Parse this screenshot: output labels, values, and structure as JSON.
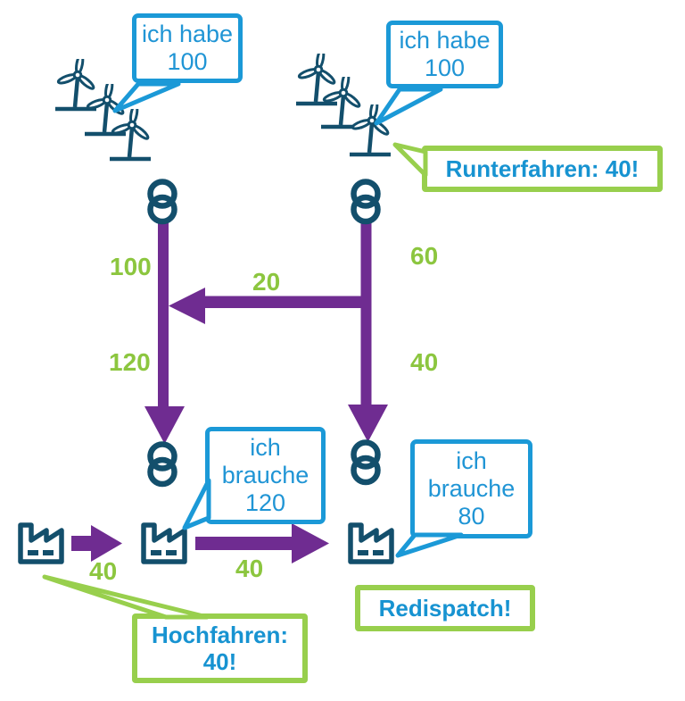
{
  "diagram": {
    "topic": "Redispatch",
    "colors": {
      "bubble_border_blue": "#1b99d7",
      "bubble_text_blue": "#2095d5",
      "bold_text_blue": "#1793d1",
      "icon_navy": "#134f6c",
      "arrow_purple": "#6f2c91",
      "flow_label_green": "#8cc63f",
      "callout_border_green": "#98cf4d"
    },
    "icons": [
      {
        "name": "wind-turbine-icon",
        "count": 6
      },
      {
        "name": "transformer-icon",
        "count": 4
      },
      {
        "name": "factory-icon",
        "count": 3
      }
    ],
    "speech_bubbles": {
      "wind_left": {
        "line1": "ich habe",
        "line2": "100"
      },
      "wind_right": {
        "line1": "ich habe",
        "line2": "100"
      },
      "factory_mid": {
        "line1": "ich",
        "line2": "brauche",
        "line3": "120"
      },
      "factory_right": {
        "line1": "ich",
        "line2": "brauche",
        "line3": "80"
      }
    },
    "callouts": {
      "runterfahren": "Runterfahren: 40!",
      "hochfahren_line1": "Hochfahren:",
      "hochfahren_line2": "40!",
      "redispatch": "Redispatch!"
    },
    "flow_labels": {
      "left_line_top": "100",
      "left_line_bottom": "120",
      "cross_line": "20",
      "right_line_top": "60",
      "right_line_bottom": "40",
      "factory_arrow_small": "40",
      "factory_arrow_long": "40"
    }
  }
}
